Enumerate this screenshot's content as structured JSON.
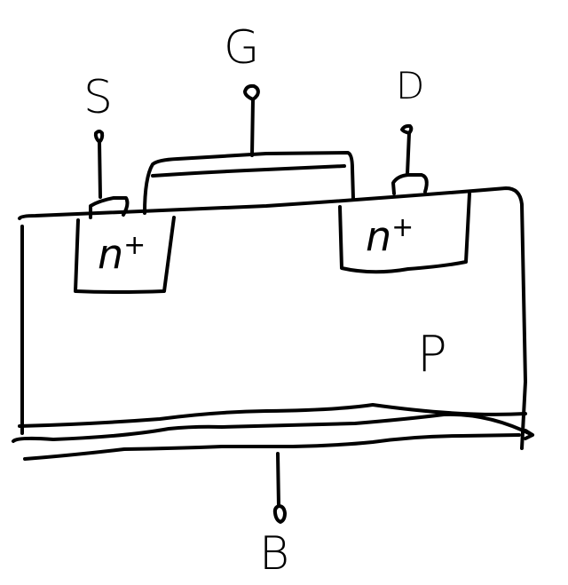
{
  "diagram": {
    "type": "nmos-transistor-cross-section",
    "style": "hand-drawn",
    "colors": {
      "ink": "#000000",
      "background": "#ffffff"
    },
    "terminals": {
      "gate": {
        "label": "G"
      },
      "source": {
        "label": "S"
      },
      "drain": {
        "label": "D"
      },
      "body": {
        "label": "B"
      }
    },
    "regions": {
      "source_diffusion": {
        "label": "n",
        "superscript": "+"
      },
      "drain_diffusion": {
        "label": "n",
        "superscript": "+"
      },
      "substrate": {
        "label": "P"
      }
    }
  }
}
